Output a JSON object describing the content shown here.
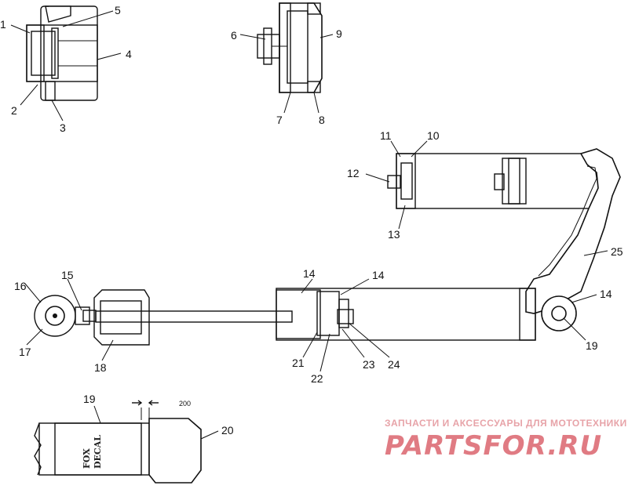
{
  "callouts": {
    "n1": "1",
    "n2": "2",
    "n3": "3",
    "n4": "4",
    "n5": "5",
    "n6": "6",
    "n7": "7",
    "n8": "8",
    "n9": "9",
    "n10": "10",
    "n11": "11",
    "n12": "12",
    "n13": "13",
    "n14a": "14",
    "n14b": "14",
    "n14c": "14",
    "n15": "15",
    "n16": "16",
    "n17": "17",
    "n18": "18",
    "n19a": "19",
    "n19b": "19",
    "n20": "20",
    "n21": "21",
    "n22": "22",
    "n23": "23",
    "n24": "24",
    "n25": "25"
  },
  "dimension": "200",
  "decal": {
    "line1": "FOX",
    "line2": "DECAL"
  },
  "watermark": {
    "tagline": "ЗАПЧАСТИ И АКСЕССУАРЫ ДЛЯ МОТОТЕХНИКИ",
    "brand": "PARTSFOR.RU"
  },
  "colors": {
    "ink": "#111111",
    "hatch": "#333333",
    "watermark": "#e07b83"
  }
}
